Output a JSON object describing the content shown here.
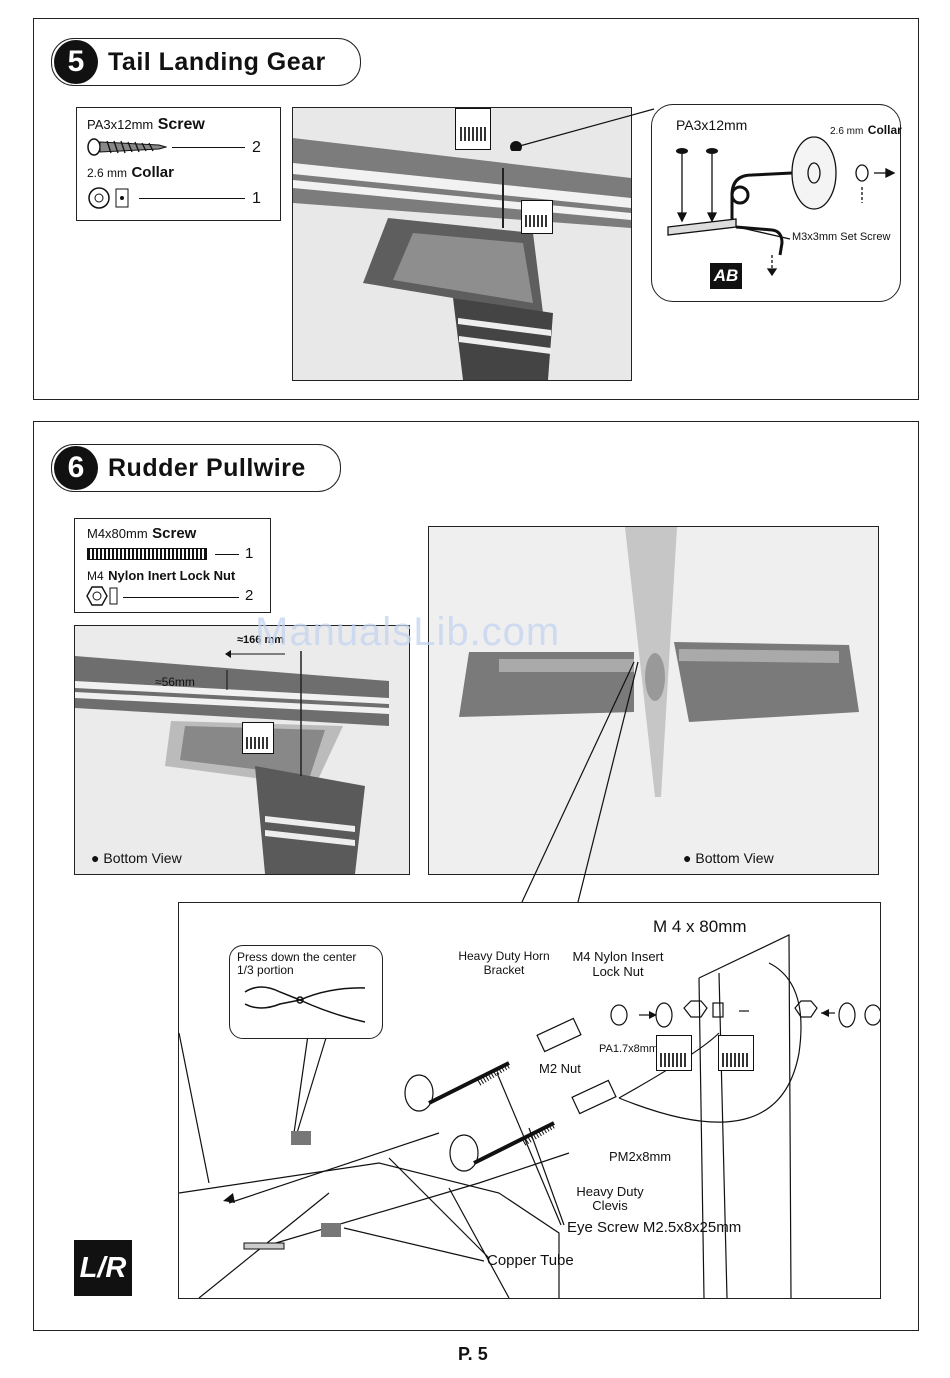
{
  "step5": {
    "number": "5",
    "title": "Tail Landing Gear",
    "parts": [
      {
        "name_prefix": "PA3x12mm",
        "name_bold": "Screw",
        "qty": "2"
      },
      {
        "name_prefix": "2.6 mm",
        "name_bold": "Collar",
        "qty": "1"
      }
    ],
    "detail": {
      "screw_label": "PA3x12mm",
      "collar_label_prefix": "2.6 mm",
      "collar_label_bold": "Collar",
      "set_screw_label": "M3x3mm Set Screw",
      "badge": "AB"
    }
  },
  "step6": {
    "number": "6",
    "title": "Rudder Pullwire",
    "parts": [
      {
        "name_prefix": "M4x80mm",
        "name_bold": "Screw",
        "qty": "1"
      },
      {
        "name_prefix": "M4",
        "name_bold": "Nylon Inert Lock  Nut",
        "qty": "2"
      }
    ],
    "photo_left": {
      "dim1": "≈166",
      "dim1_unit": "mm",
      "dim2": "≈56mm",
      "caption": "Bottom View"
    },
    "photo_right": {
      "caption": "Bottom View"
    },
    "diagram": {
      "callout": "Press down the center 1/3 portion",
      "horn_bracket": "Heavy Duty Horn Bracket",
      "nylon_nut": "M4 Nylon Insert Lock Nut",
      "m4x80": "M 4 x 80mm",
      "pa17": "PA1.7x8mm",
      "m2nut": "M2 Nut",
      "pm2": "PM2x8mm",
      "clevis": "Heavy Duty Clevis",
      "eye_screw": "Eye Screw M2.5x8x25mm",
      "copper": "Copper Tube"
    },
    "lr_badge": "L/R"
  },
  "watermark": "ManualsLib.com",
  "page": "P. 5"
}
